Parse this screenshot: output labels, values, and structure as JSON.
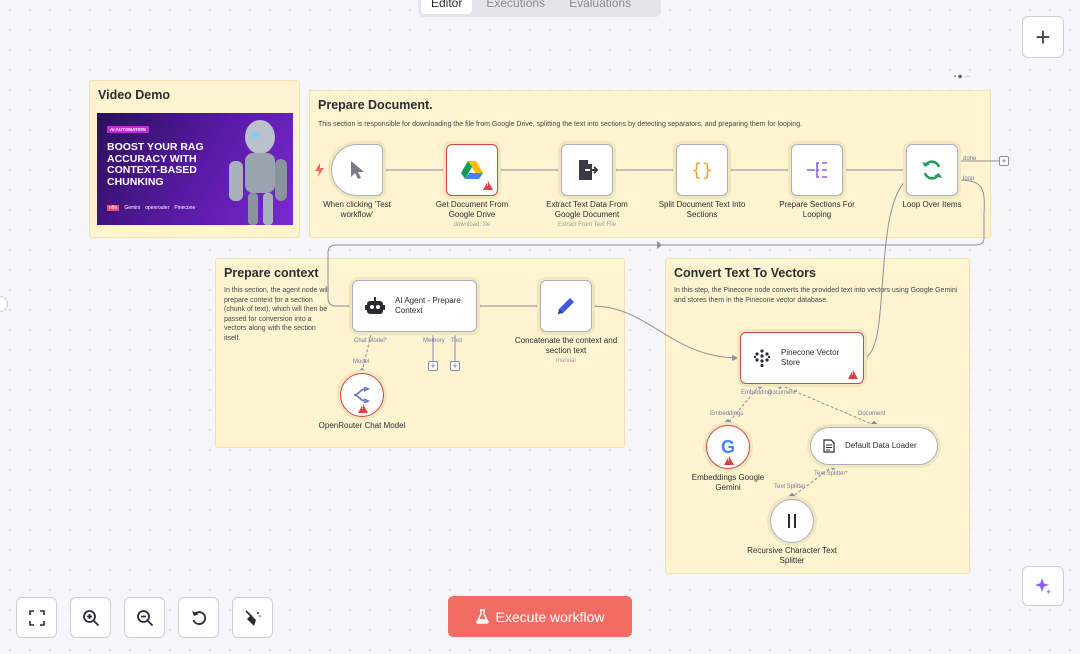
{
  "tabs": [
    {
      "label": "Editor",
      "active": true
    },
    {
      "label": "Executions",
      "active": false
    },
    {
      "label": "Evaluations",
      "active": false
    }
  ],
  "top_plus_label": "+",
  "stickies": {
    "video": {
      "title": "Video Demo",
      "thumbnail": {
        "badge": "AI AUTOMATION",
        "headline": "BOOST YOUR RAG ACCURACY WITH CONTEXT-BASED CHUNKING",
        "logos": [
          "n8n",
          "Gemini",
          "openrouter",
          "Pinecone"
        ]
      }
    },
    "prepare_document": {
      "title": "Prepare Document.",
      "description": "This section is responsible for downloading the file from Google Drive, splitting the text into sections by detecting separators, and preparing them for looping."
    },
    "prepare_context": {
      "title": "Prepare context",
      "description": "In this section, the agent node will prepare context for a section (chunk of text), which will then be passed for conversion into a vectors along with the section itself."
    },
    "convert": {
      "title": "Convert Text To Vectors",
      "description": "In this step, the Pinecone node converts the provided text into vectors using Google Gemini and stores them in the Pinecone vector database."
    }
  },
  "nodes": {
    "trigger": {
      "label": "When clicking 'Test workflow'"
    },
    "gdrive": {
      "label": "Get Document From Google Drive",
      "sub": "download: file"
    },
    "extract": {
      "label": "Extract Text Data From Google Document",
      "sub": "Extract From Text File"
    },
    "split": {
      "label": "Split Document Text Into Sections"
    },
    "prepare_loop": {
      "label": "Prepare Sections For Looping"
    },
    "loop": {
      "label": "Loop Over Items",
      "out_done": "done",
      "out_loop": "loop"
    },
    "agent": {
      "label": "AI Agent - Prepare Context",
      "h_chat": "Chat Model*",
      "h_memory": "Memory",
      "h_tool": "Tool"
    },
    "openrouter": {
      "label": "OpenRouter Chat Model",
      "h_model": "Model"
    },
    "concat": {
      "label": "Concatenate the context and section text",
      "sub": "manual"
    },
    "pinecone": {
      "label": "Pinecone Vector Store",
      "h_embed": "Embedding",
      "h_doc": "Document*"
    },
    "embeddings": {
      "label": "Embeddings Google Gemini",
      "h_embeddings": "Embeddings"
    },
    "loader": {
      "label": "Default Data Loader",
      "h_document": "Document",
      "h_splitter": "Text Splitter*"
    },
    "splitter": {
      "label": "Recursive Character Text Splitter",
      "h_splitter": "Text Splitter"
    }
  },
  "corner_menu": "▪ ◆ ···",
  "execute_label": "Execute workflow",
  "controls": [
    "fit-view",
    "zoom-in",
    "zoom-out",
    "reset-zoom",
    "tidy-up"
  ],
  "colors": {
    "accent": "#f16d63",
    "sticky": "#fff4cf",
    "error": "#d6453d",
    "ai": "#8b5cf6"
  }
}
